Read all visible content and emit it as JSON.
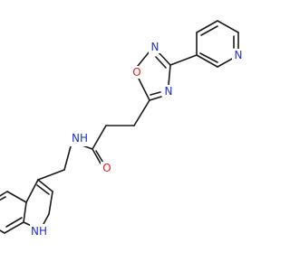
{
  "colors": {
    "background": "#ffffff",
    "bond": "#1a1a1a",
    "nitrogen": "#1f2fd6",
    "oxygen": "#e0201b"
  },
  "labels": {
    "pyridine_n": "N",
    "oxadiazole_o": "O",
    "oxadiazole_n2": "N",
    "oxadiazole_n4": "N",
    "carbonyl_o": "O",
    "amide_nh": "NH",
    "indole_nh": "NH"
  }
}
